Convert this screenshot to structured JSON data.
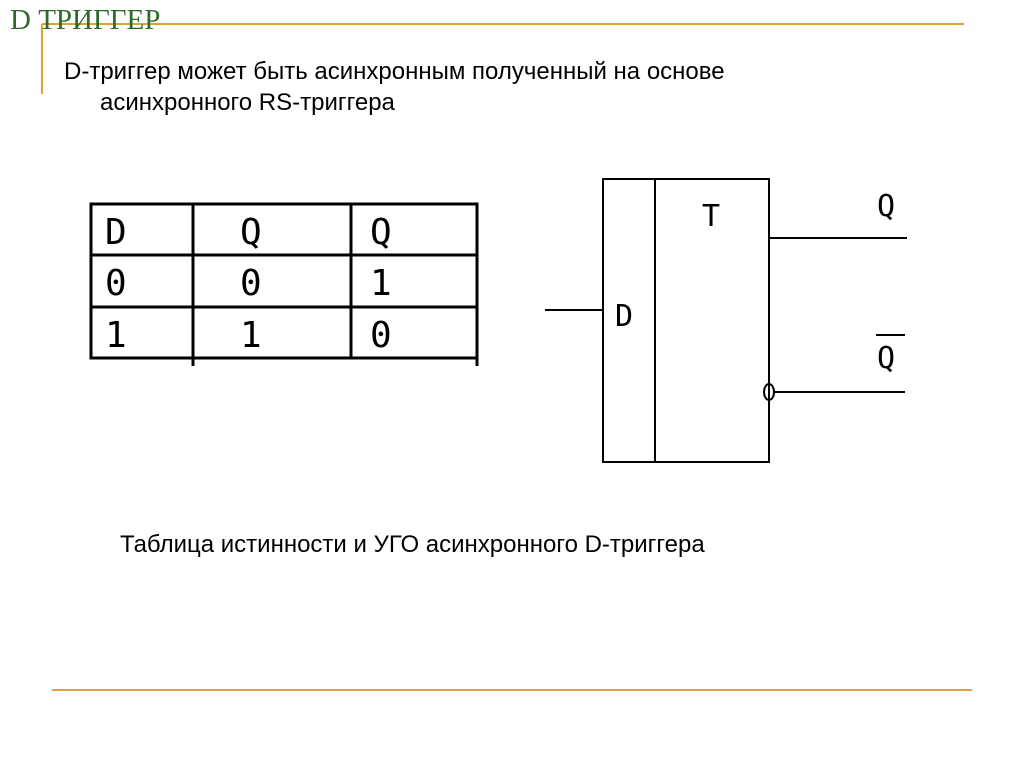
{
  "slide": {
    "title": "D ТРИГГЕР",
    "body_line1": "D-триггер может быть асинхронным полученный на основе",
    "body_line2": "асинхронного RS-триггера",
    "caption": "Таблица истинности и УГО асинхронного D-триггера",
    "accent_color": "#d9a53a",
    "title_color": "#2e6b2a"
  },
  "truth_table": {
    "headers": [
      "D",
      "Q",
      "Q"
    ],
    "rows": [
      [
        "0",
        "0",
        "1"
      ],
      [
        "1",
        "1",
        "0"
      ]
    ]
  },
  "symbol": {
    "type_label": "T",
    "input_label": "D",
    "output_q": "Q",
    "output_qbar": "Q"
  }
}
